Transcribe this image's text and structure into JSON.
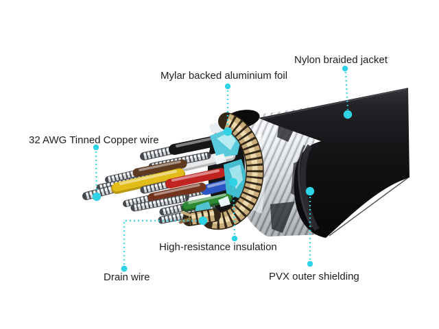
{
  "figure": {
    "type": "cable-cutaway-diagram",
    "background": "#ffffff",
    "accent_color": "#2fd3e4",
    "text_color": "#1d1d1f",
    "callouts": [
      {
        "id": "nylon-braided-jacket",
        "label": "Nylon braided jacket"
      },
      {
        "id": "mylar-backed-aluminium-foil",
        "label": "Mylar backed aluminium foil"
      },
      {
        "id": "awg-tinned-copper-wire",
        "label": "32 AWG Tinned Copper wire"
      },
      {
        "id": "high-resistance-insulation",
        "label": "High-resistance insulation"
      },
      {
        "id": "drain-wire",
        "label": "Drain wire"
      },
      {
        "id": "pvx-outer-shielding",
        "label": "PVX outer shielding"
      }
    ],
    "cable_parts": {
      "jacket_color": "#131316",
      "shield_color": "#d8dbde",
      "drain_braid_color": "#c9ad7c",
      "foil_color": "#4fc4d6",
      "conductor_colors": [
        "#e2bd1a",
        "#bf2421",
        "#2c57c2",
        "#2c8a33",
        "#5d3a20",
        "#74331d",
        "#161618",
        "#e8e9ea"
      ]
    }
  }
}
